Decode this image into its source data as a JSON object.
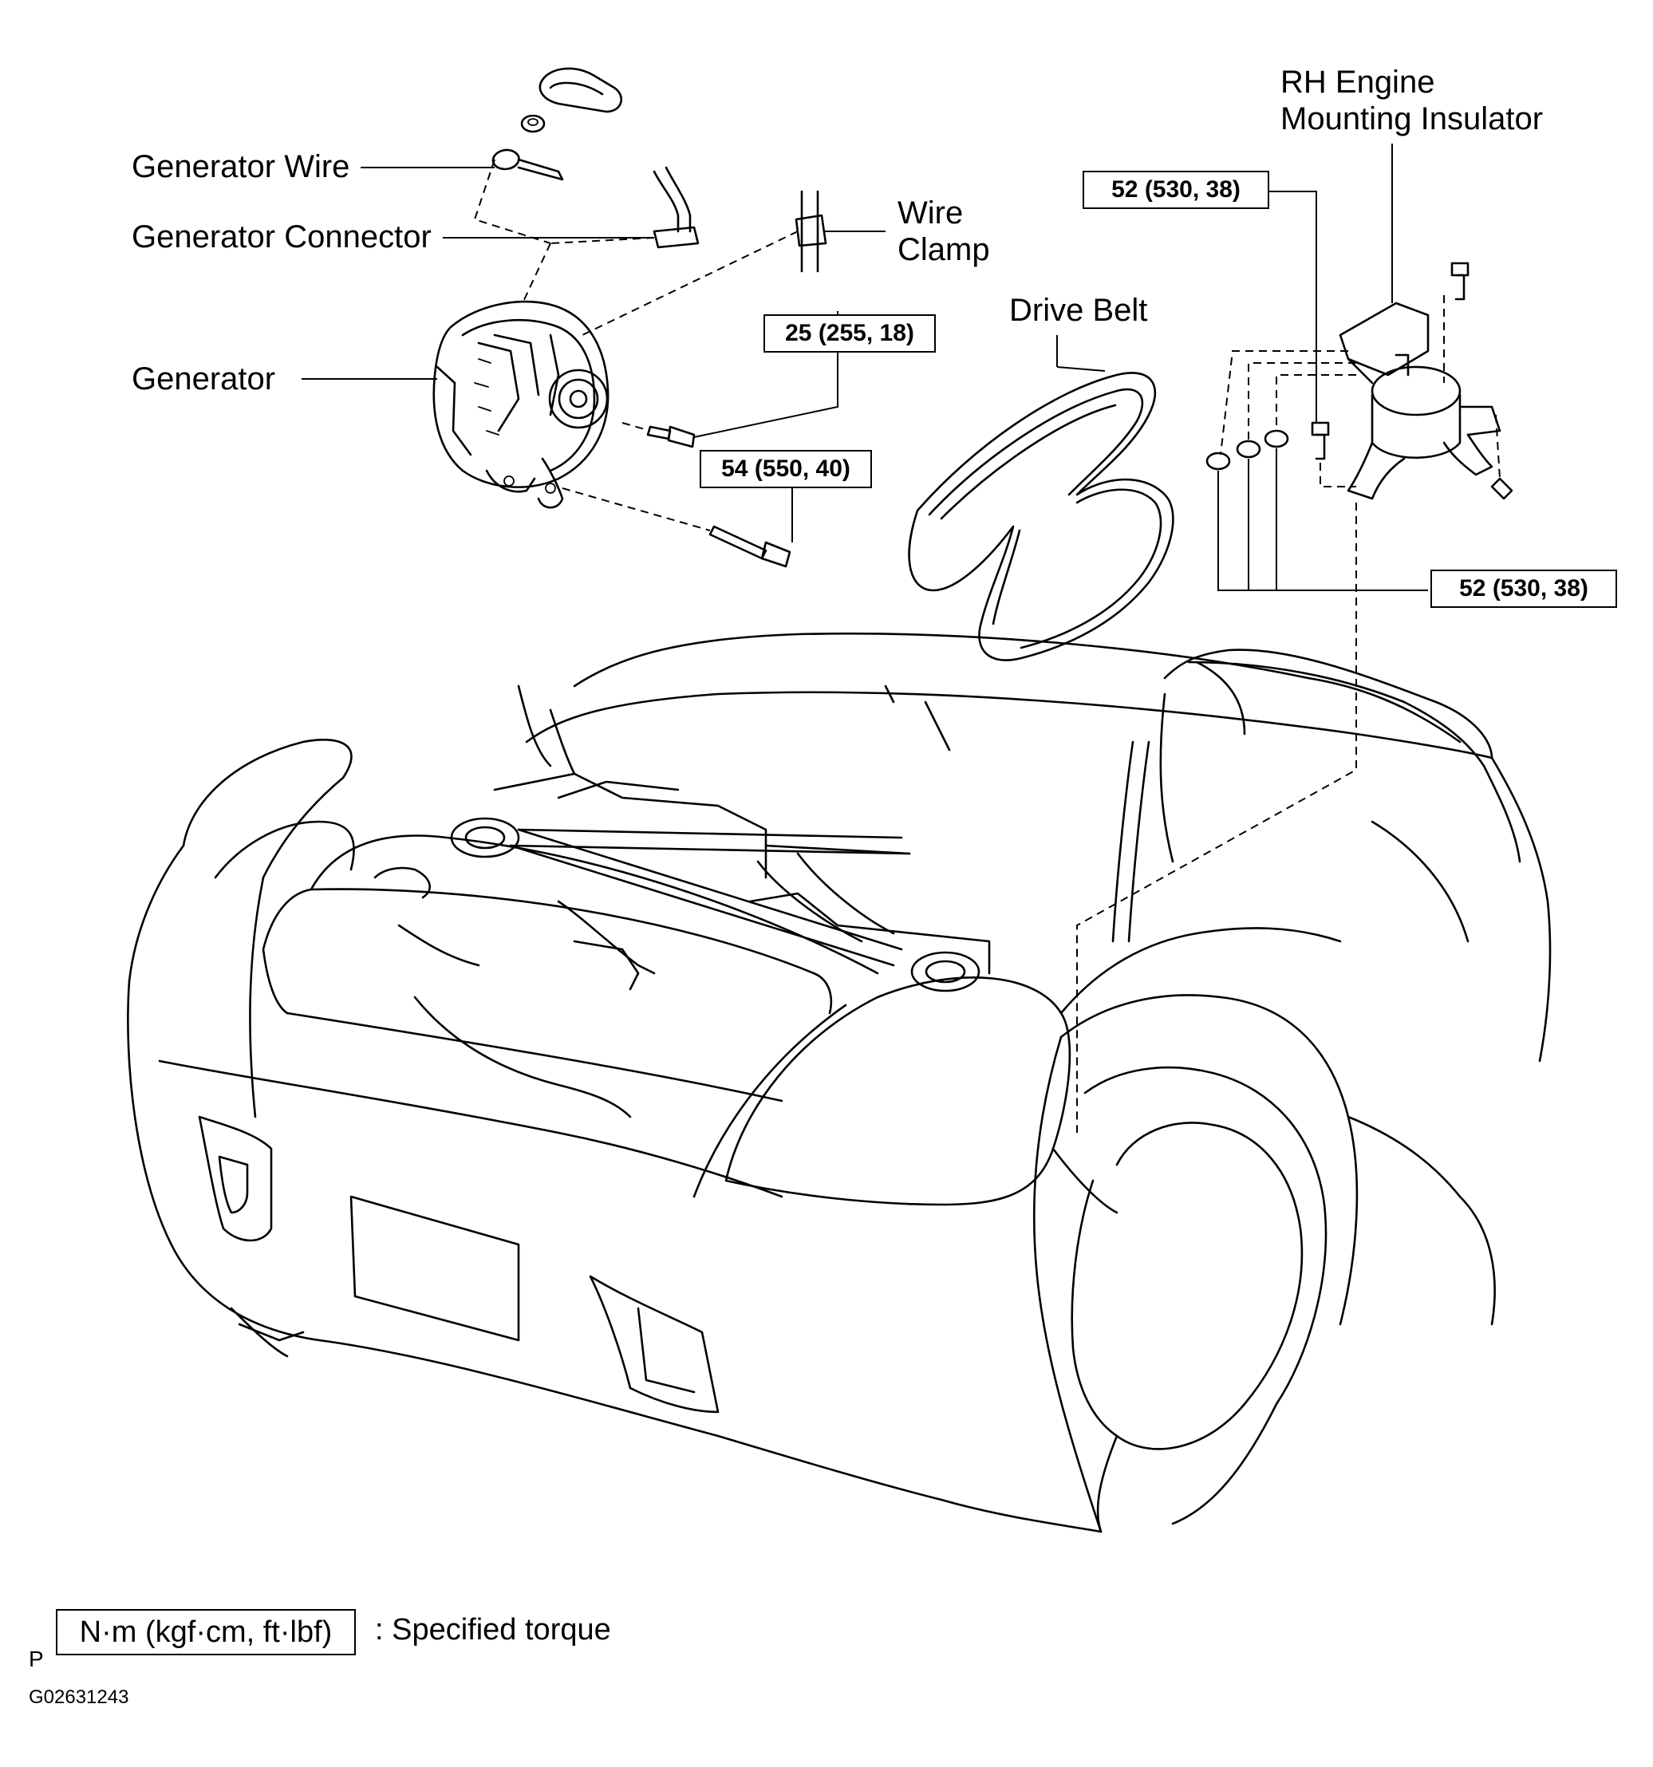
{
  "labels": {
    "generator_wire": "Generator Wire",
    "generator_connector": "Generator Connector",
    "generator": "Generator",
    "wire_clamp_line1": "Wire",
    "wire_clamp_line2": "Clamp",
    "drive_belt": "Drive Belt",
    "rh_mount_line1": "RH Engine",
    "rh_mount_line2": "Mounting Insulator"
  },
  "torques": {
    "generator_bolt_upper": "25 (255, 18)",
    "generator_bolt_lower": "54 (550, 40)",
    "mount_bolt_upper": "52 (530, 38)",
    "mount_nuts_lower": "52 (530, 38)"
  },
  "legend": {
    "prefix": "P",
    "unit_box": "N·m (kgf·cm, ft·lbf)",
    "description": ": Specified torque"
  },
  "figure_code": "G02631243"
}
